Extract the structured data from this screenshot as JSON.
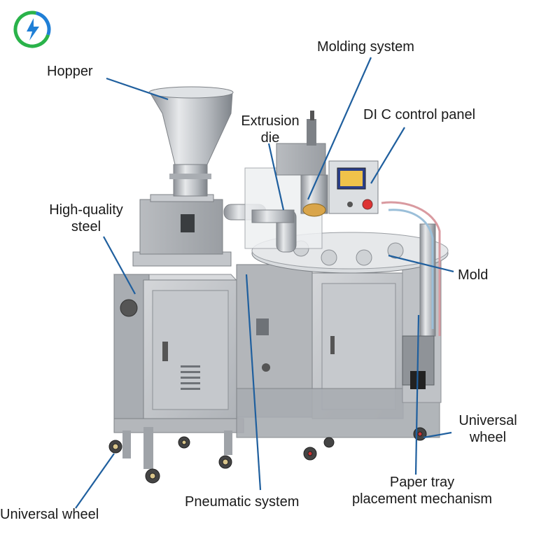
{
  "logo": {
    "name": "company-logo",
    "colors": [
      "#2ab34a",
      "#1f7fd6"
    ]
  },
  "labels": {
    "hopper": "Hopper",
    "molding_system": "Molding system",
    "extrusion_die": [
      "Extrusion",
      "die"
    ],
    "plc_control_panel": "DI C control panel",
    "high_quality_steel": [
      "High-quality",
      "steel"
    ],
    "mold": "Mold",
    "universal_wheel_right": [
      "Universal",
      "wheel"
    ],
    "paper_tray": [
      "Paper tray",
      "placement mechanism"
    ],
    "pneumatic_system": "Pneumatic system",
    "universal_wheel_left": "Universal wheel"
  },
  "colors": {
    "leader_line": "#1f5f9e",
    "steel": "#c9ccd0",
    "label_text": "#1a1a1a"
  }
}
